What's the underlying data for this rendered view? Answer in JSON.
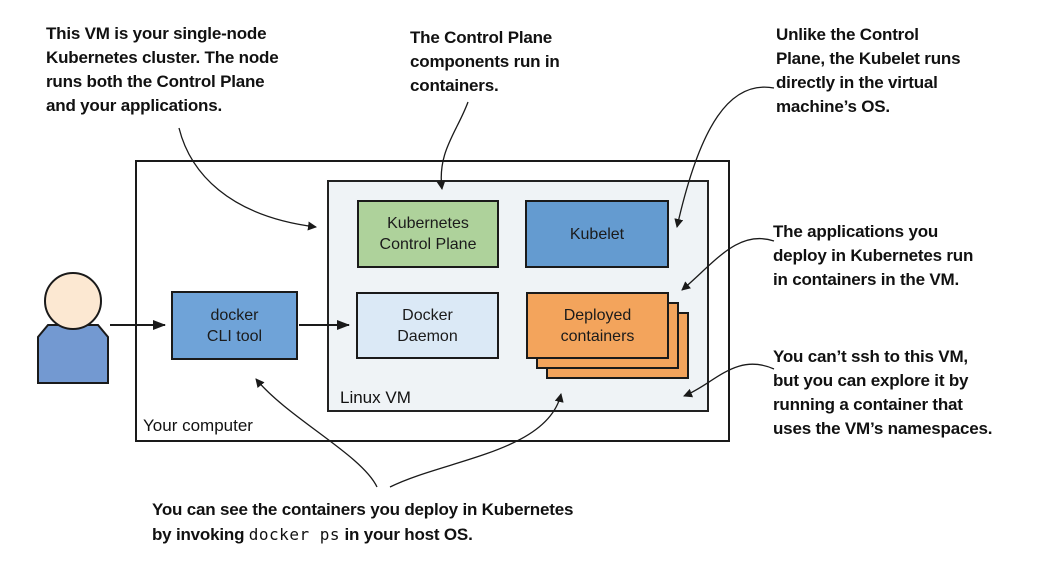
{
  "diagram": {
    "title_context": "Single-node Kubernetes cluster in a VM",
    "annotations": {
      "single_node": "This VM is your single-node\nKubernetes cluster. The node\nruns both the Control Plane\nand your applications.",
      "control_plane": "The Control Plane\ncomponents run in\ncontainers.",
      "kubelet": "Unlike the Control\nPlane, the Kubelet runs\ndirectly in the virtual\nmachine’s OS.",
      "applications": "The applications you\ndeploy in Kubernetes run\nin containers in the VM.",
      "ssh": "You can’t ssh to this VM,\nbut you can explore it by\nrunning a container that\nuses the VM’s namespaces.",
      "caption_line1": "You can see the containers you deploy in Kubernetes",
      "caption_line2_prefix": "by invoking ",
      "caption_line2_command": "docker ps",
      "caption_line2_suffix": " in your host OS."
    },
    "boxes": {
      "your_computer": "Your computer",
      "linux_vm": "Linux VM",
      "control_plane": "Kubernetes\nControl Plane",
      "kubelet": "Kubelet",
      "docker_daemon": "Docker\nDaemon",
      "deployed_containers": "Deployed\ncontainers",
      "docker_cli": "docker\nCLI tool"
    },
    "colors": {
      "control_plane_green": "#aed29b",
      "kubelet_blue": "#649bd0",
      "docker_cli_blue": "#6fa3d8",
      "docker_daemon_light_blue": "#dbe9f6",
      "deployed_containers_orange": "#f3a45c",
      "linux_vm_background": "#eff3f6",
      "person_skin": "#fce8d2",
      "person_body_blue": "#7399d1",
      "outline_black": "#1a1a1a"
    }
  }
}
